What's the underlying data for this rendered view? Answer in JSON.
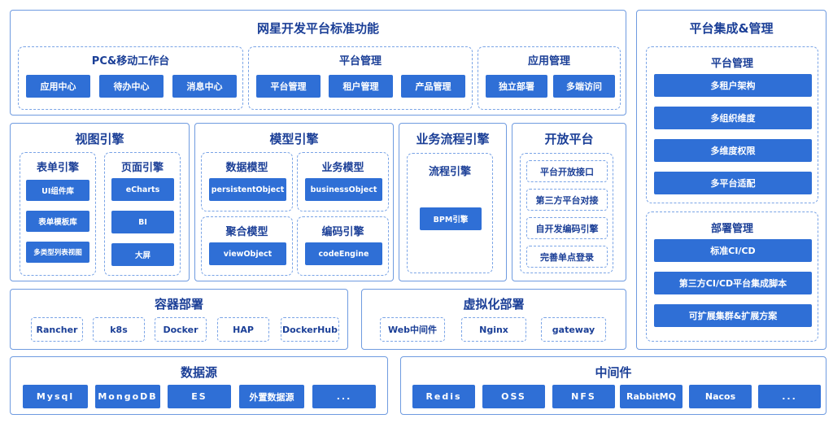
{
  "top": {
    "title": "网星开发平台标准功能",
    "pc": {
      "title": "PC&移动工作台",
      "buttons": [
        "应用中心",
        "待办中心",
        "消息中心"
      ]
    },
    "platform": {
      "title": "平台管理",
      "buttons": [
        "平台管理",
        "租户管理",
        "产品管理"
      ]
    },
    "app": {
      "title": "应用管理",
      "buttons": [
        "独立部署",
        "多端访问"
      ]
    }
  },
  "view_engine": {
    "title": "视图引擎",
    "form": {
      "title": "表单引擎",
      "buttons": [
        "UI组件库",
        "表单模板库",
        "多类型列表视图"
      ]
    },
    "page": {
      "title": "页面引擎",
      "buttons": [
        "eCharts",
        "BI",
        "大屏"
      ]
    }
  },
  "model_engine": {
    "title": "模型引擎",
    "data_model": {
      "title": "数据模型",
      "button": "persistentObject"
    },
    "biz_model": {
      "title": "业务模型",
      "button": "businessObject"
    },
    "agg_model": {
      "title": "聚合模型",
      "button": "viewObject"
    },
    "code_engine": {
      "title": "编码引擎",
      "button": "codeEngine"
    }
  },
  "bpm": {
    "title": "业务流程引擎",
    "flow": {
      "title": "流程引擎",
      "button": "BPM引擎"
    }
  },
  "open_platform": {
    "title": "开放平台",
    "items": [
      "平台开放接口",
      "第三方平台对接",
      "自开发编码引擎",
      "完善单点登录"
    ]
  },
  "container": {
    "title": "容器部署",
    "items": [
      "Rancher",
      "k8s",
      "Docker",
      "HAP",
      "DockerHub"
    ]
  },
  "virtual": {
    "title": "虚拟化部署",
    "items": [
      "Web中间件",
      "Nginx",
      "gateway"
    ]
  },
  "datasource": {
    "title": "数据源",
    "items": [
      "Mysql",
      "MongoDB",
      "ES",
      "外置数据源",
      "..."
    ]
  },
  "middleware": {
    "title": "中间件",
    "items": [
      "Redis",
      "OSS",
      "NFS",
      "RabbitMQ",
      "Nacos",
      "..."
    ]
  },
  "integration": {
    "title": "平台集成&管理",
    "platform": {
      "title": "平台管理",
      "buttons": [
        "多租户架构",
        "多组织维度",
        "多维度权限",
        "多平台适配"
      ]
    },
    "deploy": {
      "title": "部署管理",
      "buttons": [
        "标准CI/CD",
        "第三方CI/CD平台集成脚本",
        "可扩展集群&扩展方案"
      ]
    }
  },
  "colors": {
    "accent": "#2f6fd6",
    "border": "#6f9be0",
    "title": "#1b3f97"
  }
}
